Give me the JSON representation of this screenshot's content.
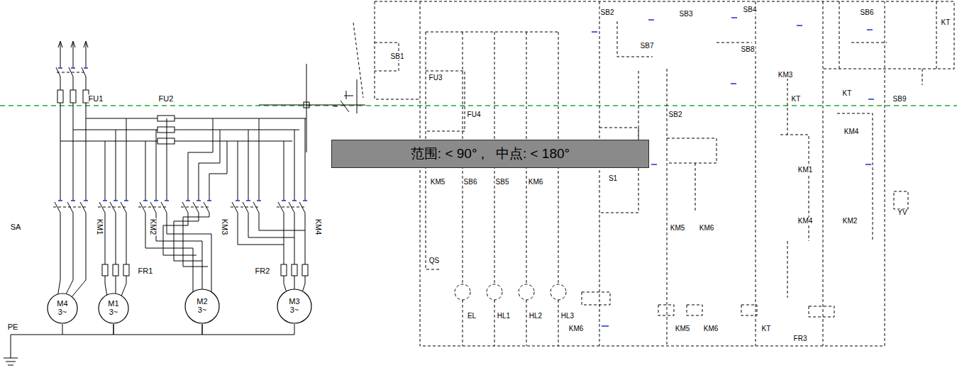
{
  "diagram": {
    "nodes": [
      {
        "text": [
          "范围: < 90° ,   中点: < 180°"
        ]
      },
      {
        "text": [
          "M4",
          "3~"
        ]
      },
      {
        "text": [
          "M1",
          "3~"
        ]
      },
      {
        "text": [
          "M2",
          "3~"
        ]
      },
      {
        "text": [
          "M3",
          "3~"
        ]
      }
    ],
    "edges": [
      {
        "from": 1,
        "to": 2,
        "arrow": "none"
      },
      {
        "from": 2,
        "to": 3,
        "arrow": "none"
      },
      {
        "from": 3,
        "to": 4,
        "arrow": "none"
      }
    ],
    "labels": [
      "FU1",
      "FU2",
      "SA",
      "KM1",
      "KM2",
      "KM3",
      "KM4",
      "FR1",
      "FR2",
      "PE",
      "SB1",
      "FU3",
      "FU4",
      "KM5",
      "SB6",
      "SB5",
      "KM6",
      "QS",
      "EL",
      "HL1",
      "HL2",
      "HL3",
      "KM6",
      "SB2",
      "SB3",
      "SB4",
      "SB6",
      "KT",
      "SB7",
      "SB8",
      "KM3",
      "KT",
      "KT",
      "SB9",
      "SB2",
      "S1",
      "KM4",
      "KM1",
      "KM5",
      "KM6",
      "KM4",
      "KM2",
      "YV",
      "KM5",
      "KM6",
      "KT",
      "FR3"
    ]
  }
}
